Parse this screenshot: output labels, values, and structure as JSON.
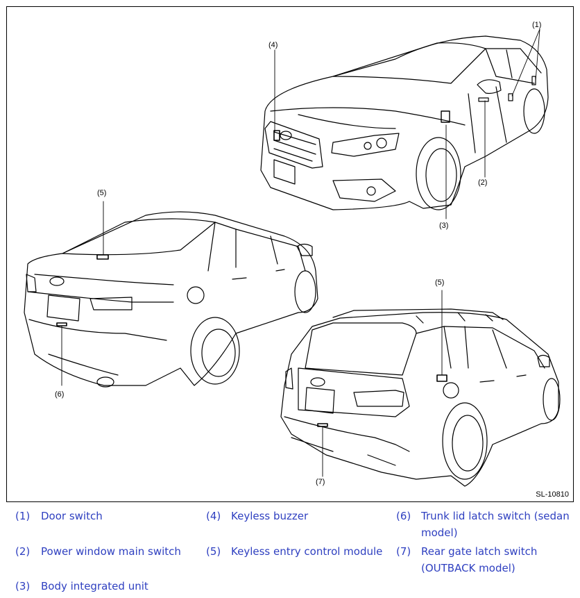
{
  "figure": {
    "id": "SL-10810",
    "callouts": {
      "c1": "(1)",
      "c2": "(2)",
      "c3": "(3)",
      "c4": "(4)",
      "c5a": "(5)",
      "c5b": "(5)",
      "c6": "(6)",
      "c7": "(7)"
    }
  },
  "legend": [
    {
      "num": "(1)",
      "text": "Door switch"
    },
    {
      "num": "(2)",
      "text": "Power window main switch"
    },
    {
      "num": "(3)",
      "text": "Body integrated unit"
    },
    {
      "num": "(4)",
      "text": "Keyless buzzer"
    },
    {
      "num": "(5)",
      "text": "Keyless entry control module"
    },
    {
      "num": "(6)",
      "text": "Trunk lid latch switch (sedan model)"
    },
    {
      "num": "(7)",
      "text": "Rear gate latch switch (OUTBACK model)"
    }
  ]
}
